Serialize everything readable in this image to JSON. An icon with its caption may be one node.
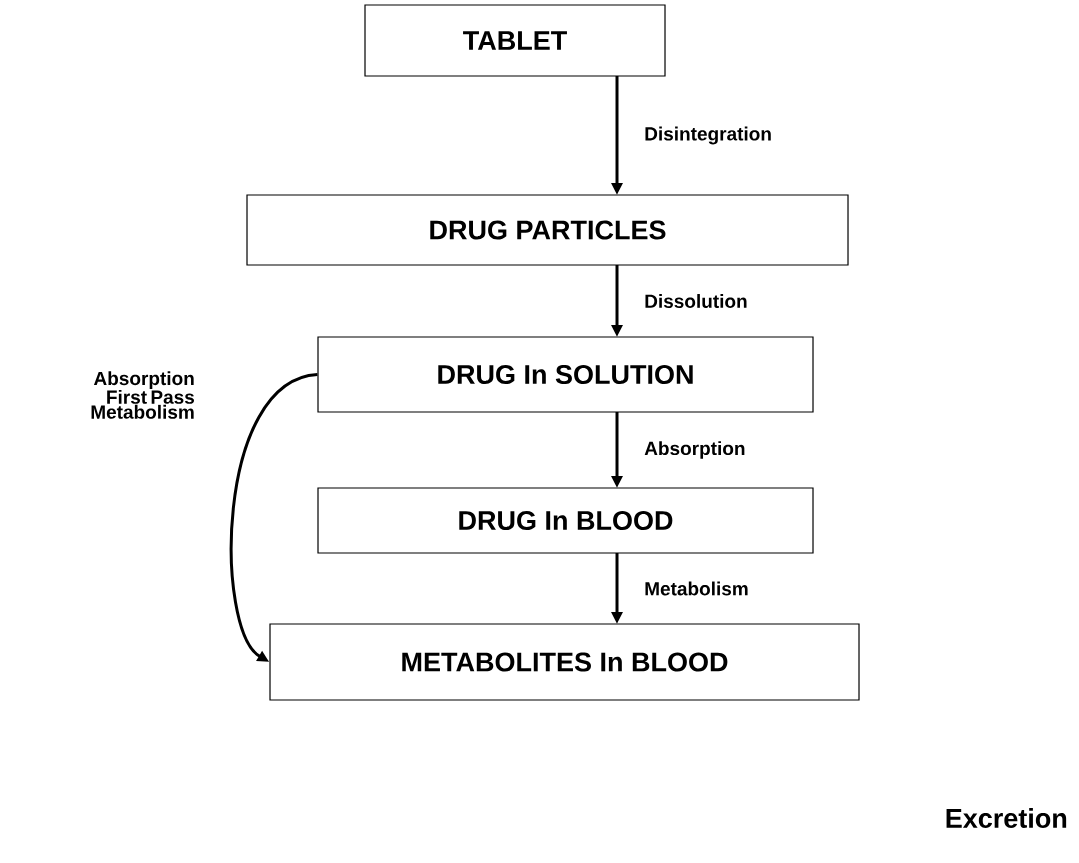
{
  "diagram": {
    "nodes": [
      {
        "text": [
          "TABLET"
        ]
      },
      {
        "text": [
          "DRUG PARTICLES"
        ]
      },
      {
        "text": [
          "DRUG In SOLUTION"
        ]
      },
      {
        "text": [
          "DRUG In BLOOD"
        ]
      },
      {
        "text": [
          "METABOLITES In BLOOD"
        ]
      }
    ],
    "edges": [
      {
        "from": 0,
        "to": 1,
        "arrow": "to",
        "label": "Disintegration"
      },
      {
        "from": 1,
        "to": 2,
        "arrow": "to",
        "label": "Dissolution"
      },
      {
        "from": 2,
        "to": 3,
        "arrow": "to",
        "label": "Absorption"
      },
      {
        "from": 3,
        "to": 4,
        "arrow": "to",
        "label": "Metabolism"
      },
      {
        "from": 2,
        "to": 4,
        "arrow": "to",
        "label": "Absorption First Pass Metabolism"
      }
    ],
    "labels": [
      "Excretion"
    ]
  }
}
